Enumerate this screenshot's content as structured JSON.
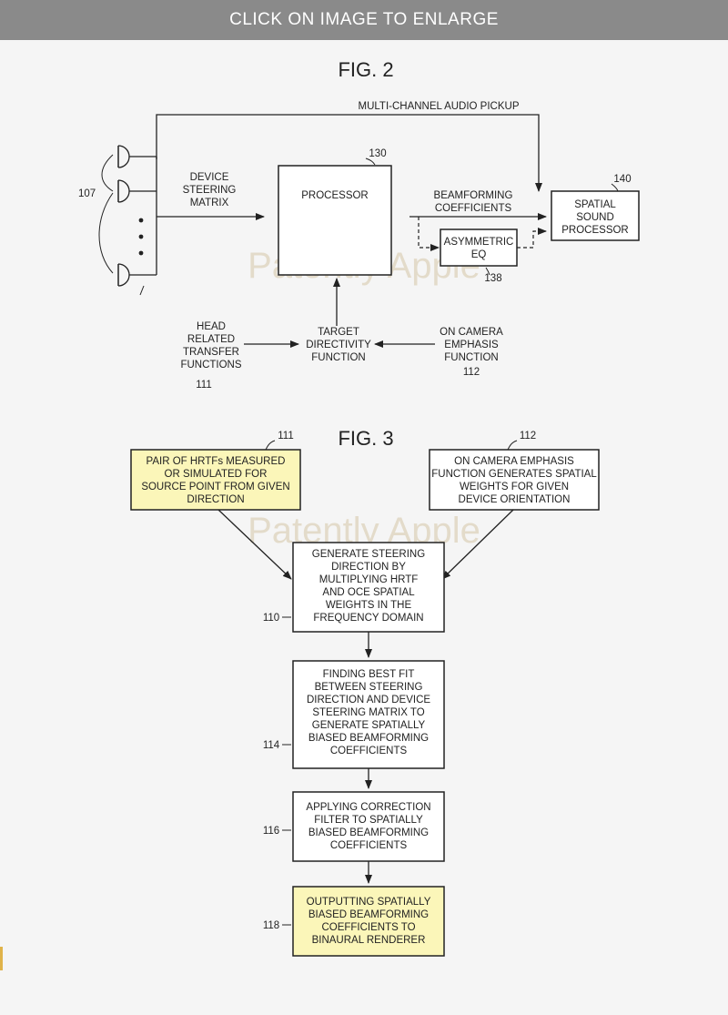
{
  "banner": {
    "text": "CLICK ON IMAGE TO ENLARGE"
  },
  "watermark": {
    "text": "Patently Apple"
  },
  "fig2": {
    "title": "FIG. 2",
    "pickup": "MULTI-CHANNEL AUDIO PICKUP",
    "mic_label": "107",
    "steer": [
      "DEVICE",
      "STEERING",
      "MATRIX"
    ],
    "processor": {
      "label": "PROCESSOR",
      "ref": "130"
    },
    "beam": [
      "BEAMFORMING",
      "COEFFICIENTS"
    ],
    "spatial": {
      "lines": [
        "SPATIAL",
        "SOUND",
        "PROCESSOR"
      ],
      "ref": "140"
    },
    "eq": {
      "lines": [
        "ASYMMETRIC",
        "EQ"
      ],
      "ref": "138"
    },
    "hrtf": {
      "lines": [
        "HEAD",
        "RELATED",
        "TRANSFER",
        "FUNCTIONS"
      ],
      "ref": "111"
    },
    "target": [
      "TARGET",
      "DIRECTIVITY",
      "FUNCTION"
    ],
    "oce": {
      "lines": [
        "ON CAMERA",
        "EMPHASIS",
        "FUNCTION"
      ],
      "ref": "112"
    }
  },
  "fig3": {
    "title": "FIG. 3",
    "box111": {
      "ref": "111",
      "lines": [
        "PAIR OF HRTFs MEASURED",
        "OR SIMULATED FOR",
        "SOURCE POINT FROM GIVEN",
        "DIRECTION"
      ]
    },
    "box112": {
      "ref": "112",
      "lines": [
        "ON CAMERA EMPHASIS",
        "FUNCTION GENERATES SPATIAL",
        "WEIGHTS FOR GIVEN",
        "DEVICE ORIENTATION"
      ]
    },
    "box110": {
      "ref": "110",
      "lines": [
        "GENERATE STEERING",
        "DIRECTION BY",
        "MULTIPLYING HRTF",
        "AND OCE SPATIAL",
        "WEIGHTS IN THE",
        "FREQUENCY DOMAIN"
      ]
    },
    "box114": {
      "ref": "114",
      "lines": [
        "FINDING BEST FIT",
        "BETWEEN STEERING",
        "DIRECTION AND DEVICE",
        "STEERING MATRIX TO",
        "GENERATE SPATIALLY",
        "BIASED BEAMFORMING",
        "COEFFICIENTS"
      ]
    },
    "box116": {
      "ref": "116",
      "lines": [
        "APPLYING CORRECTION",
        "FILTER TO SPATIALLY",
        "BIASED BEAMFORMING",
        "COEFFICIENTS"
      ]
    },
    "box118": {
      "ref": "118",
      "lines": [
        "OUTPUTTING SPATIALLY",
        "BIASED BEAMFORMING",
        "COEFFICIENTS TO",
        "BINAURAL RENDERER"
      ]
    }
  },
  "colors": {
    "highlight": "#fbf6b9",
    "line": "#222222",
    "banner": "#8a8a8a"
  }
}
